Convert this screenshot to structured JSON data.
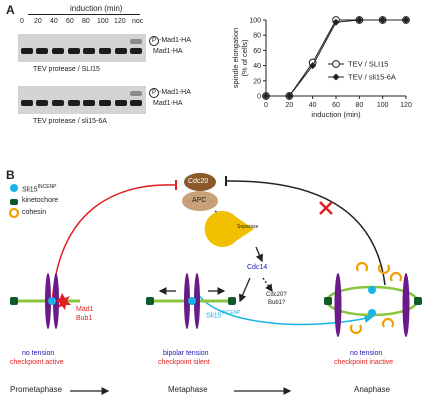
{
  "panel_a": {
    "letter": "A",
    "induction_label": "induction (min)",
    "time_points": [
      "0",
      "20",
      "40",
      "60",
      "80",
      "100",
      "120",
      "noc"
    ],
    "band_labels": {
      "phospho": "Mad1-HA",
      "phospho_mark": "P",
      "plain": "Mad1-HA"
    },
    "blot_top_caption": "TEV protease / SLI15",
    "blot_bottom_caption": "TEV protease / sli15-6A"
  },
  "chart_data": {
    "type": "line",
    "ylabel": "spindle elongation (% of cells)",
    "xlabel": "induction (min)",
    "xlim": [
      0,
      120
    ],
    "ylim": [
      0,
      100
    ],
    "x_ticks": [
      0,
      20,
      40,
      60,
      80,
      100,
      120
    ],
    "y_ticks": [
      0,
      20,
      40,
      60,
      80,
      100
    ],
    "series": [
      {
        "name": "TEV / SLI15",
        "marker": "open-circle",
        "x": [
          0,
          20,
          40,
          60,
          80,
          100,
          120
        ],
        "y": [
          0,
          0,
          44,
          100,
          100,
          100,
          100
        ]
      },
      {
        "name": "TEV / sli15-6A",
        "marker": "filled-diamond",
        "x": [
          0,
          20,
          40,
          60,
          80,
          100,
          120
        ],
        "y": [
          0,
          0,
          40,
          97,
          100,
          100,
          100
        ]
      }
    ],
    "legend_placement": "bottom-right",
    "grid": false
  },
  "panel_b": {
    "letter": "B",
    "legend": {
      "sli15": "Sli15",
      "sli15_sup": "INCENP",
      "kinetochore": "kinetochore",
      "cohesin": "cohesin"
    },
    "complex": {
      "top": "Cdc20",
      "bottom": "APC"
    },
    "separase": "Separase",
    "cdc14": "Cdc14",
    "question": "Cdc20?",
    "question2": "Bub1?",
    "sli15_arrow": "Sli15",
    "sli15_arrow_sup": "INCENP",
    "mad1": "Mad1",
    "bub1": "Bub1",
    "stages": [
      {
        "name": "Prometaphase",
        "tension": "no tension",
        "checkpoint": "checkpoint active"
      },
      {
        "name": "Metaphase",
        "tension": "bipolar tension",
        "checkpoint": "checkpoint silent"
      },
      {
        "name": "Anaphase",
        "tension": "no tension",
        "checkpoint": "checkpoint inactive"
      }
    ]
  },
  "colors": {
    "red": "#e02020",
    "blue": "#1a1ab0",
    "cyan": "#18b4e8",
    "green": "#8bc53f",
    "purple": "#6a1b8a",
    "yellow": "#f0b400",
    "brown": "#8b5a2b"
  }
}
